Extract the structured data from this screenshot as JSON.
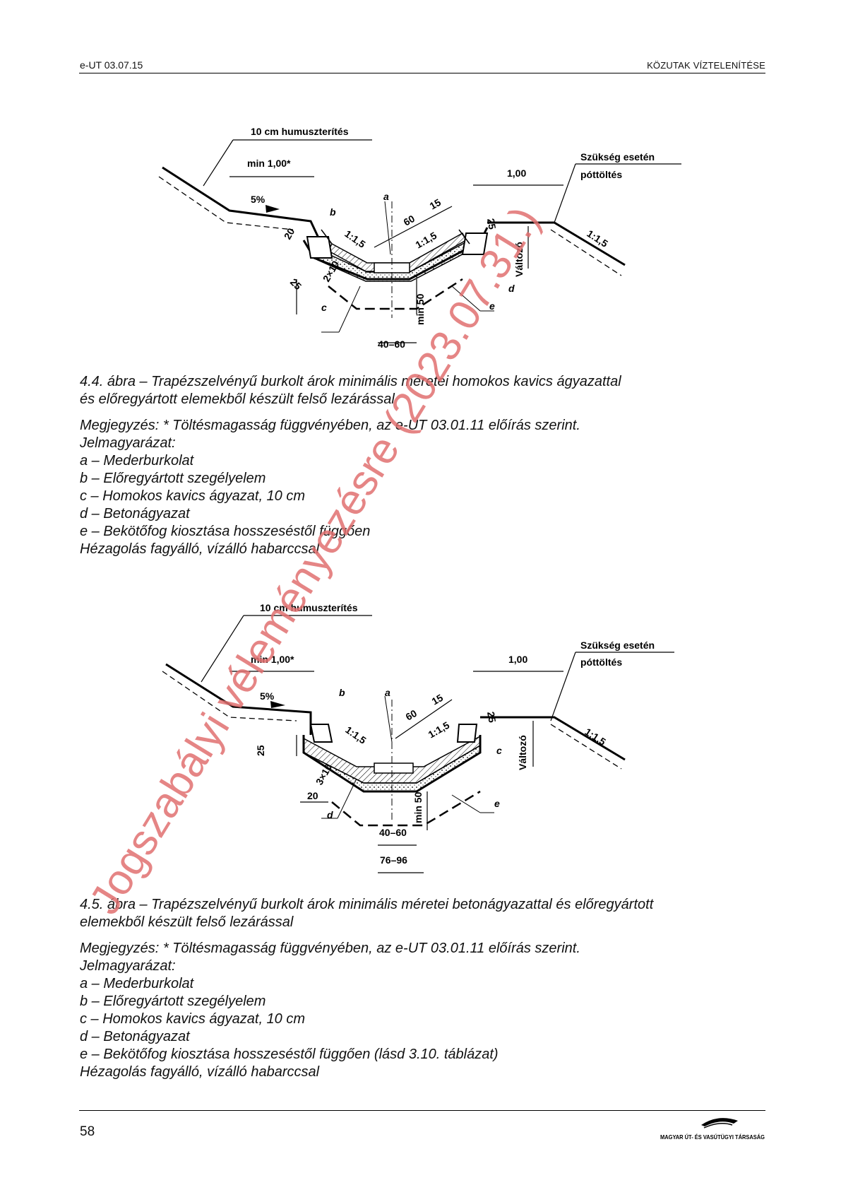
{
  "header": {
    "doc_code": "e-UT 03.07.15",
    "section_title": "KÖZUTAK VÍZTELENÍTÉSE"
  },
  "figure1": {
    "labels": {
      "humus": "10 cm humuszterítés",
      "min": "min 1,00*",
      "need_line1": "Szükség esetén",
      "need_line2": "póttöltés",
      "right_width": "1,00",
      "slope_pct": "5%",
      "a": "a",
      "b": "b",
      "c": "c",
      "d": "d",
      "e": "e",
      "dim_60": "60",
      "dim_15": "15",
      "dim_20": "20",
      "dim_25": "25",
      "dim_2x10": "2×10",
      "dim_min50": "min 50",
      "dim_4060": "40–60",
      "dim_25b": "25",
      "ratio_left": "1:1,5",
      "ratio_mid": "1:1,5",
      "ratio_right": "1:1,5",
      "valtozo": "Változó"
    },
    "caption": [
      "4.4. ábra – Trapézszelvényű burkolt árok minimális méretei homokos kavics ágyazattal",
      "és előregyártott elemekből készült felső lezárással"
    ],
    "notes": [
      "Megjegyzés: * Töltésmagasság függvényében, az e-UT 03.01.11 előírás szerint.",
      "Jelmagyarázat:",
      "a – Mederburkolat",
      "b – Előregyártott szegélyelem",
      "c – Homokos kavics ágyazat, 10 cm",
      "d – Betonágyazat",
      "e – Bekötőfog kiosztása hosszeséstől függően",
      "Hézagolás fagyálló, vízálló habarccsal"
    ]
  },
  "figure2": {
    "labels": {
      "humus": "10 cm humuszterítés",
      "min": "min 1,00*",
      "need_line1": "Szükség esetén",
      "need_line2": "póttöltés",
      "right_width": "1,00",
      "slope_pct": "5%",
      "a": "a",
      "b": "b",
      "c": "c",
      "d": "d",
      "e": "e",
      "dim_60": "60",
      "dim_15": "15",
      "dim_25": "25",
      "dim_25b": "25",
      "dim_3x10": "3×10",
      "dim_20": "20",
      "dim_min50": "min 50",
      "dim_4060": "40–60",
      "dim_7696": "76–96",
      "ratio_left": "1:1,5",
      "ratio_mid": "1:1,5",
      "ratio_right": "1:1,5",
      "valtozo": "Változó"
    },
    "caption": [
      "4.5. ábra – Trapézszelvényű burkolt árok minimális méretei betonágyazattal és előregyártott",
      "elemekből készült felső lezárással"
    ],
    "notes": [
      "Megjegyzés: * Töltésmagasság függvényében, az e-UT 03.01.11 előírás szerint.",
      "Jelmagyarázat:",
      "a – Mederburkolat",
      "b – Előregyártott szegélyelem",
      "c – Homokos kavics ágyazat, 10 cm",
      "d – Betonágyazat",
      "e – Bekötőfog kiosztása hosszeséstől függően (lásd 3.10. táblázat)",
      "Hézagolás fagyálló, vízálló habarccsal"
    ]
  },
  "watermark": "Jogszabályi véleményezésre (2023.07.31.)",
  "footer": {
    "page_number": "58",
    "publisher": "MAGYAR ÚT- ÉS VASÚTÜGYI TÁRSASÁG"
  },
  "colors": {
    "watermark": "#e07070",
    "line": "#000000"
  }
}
